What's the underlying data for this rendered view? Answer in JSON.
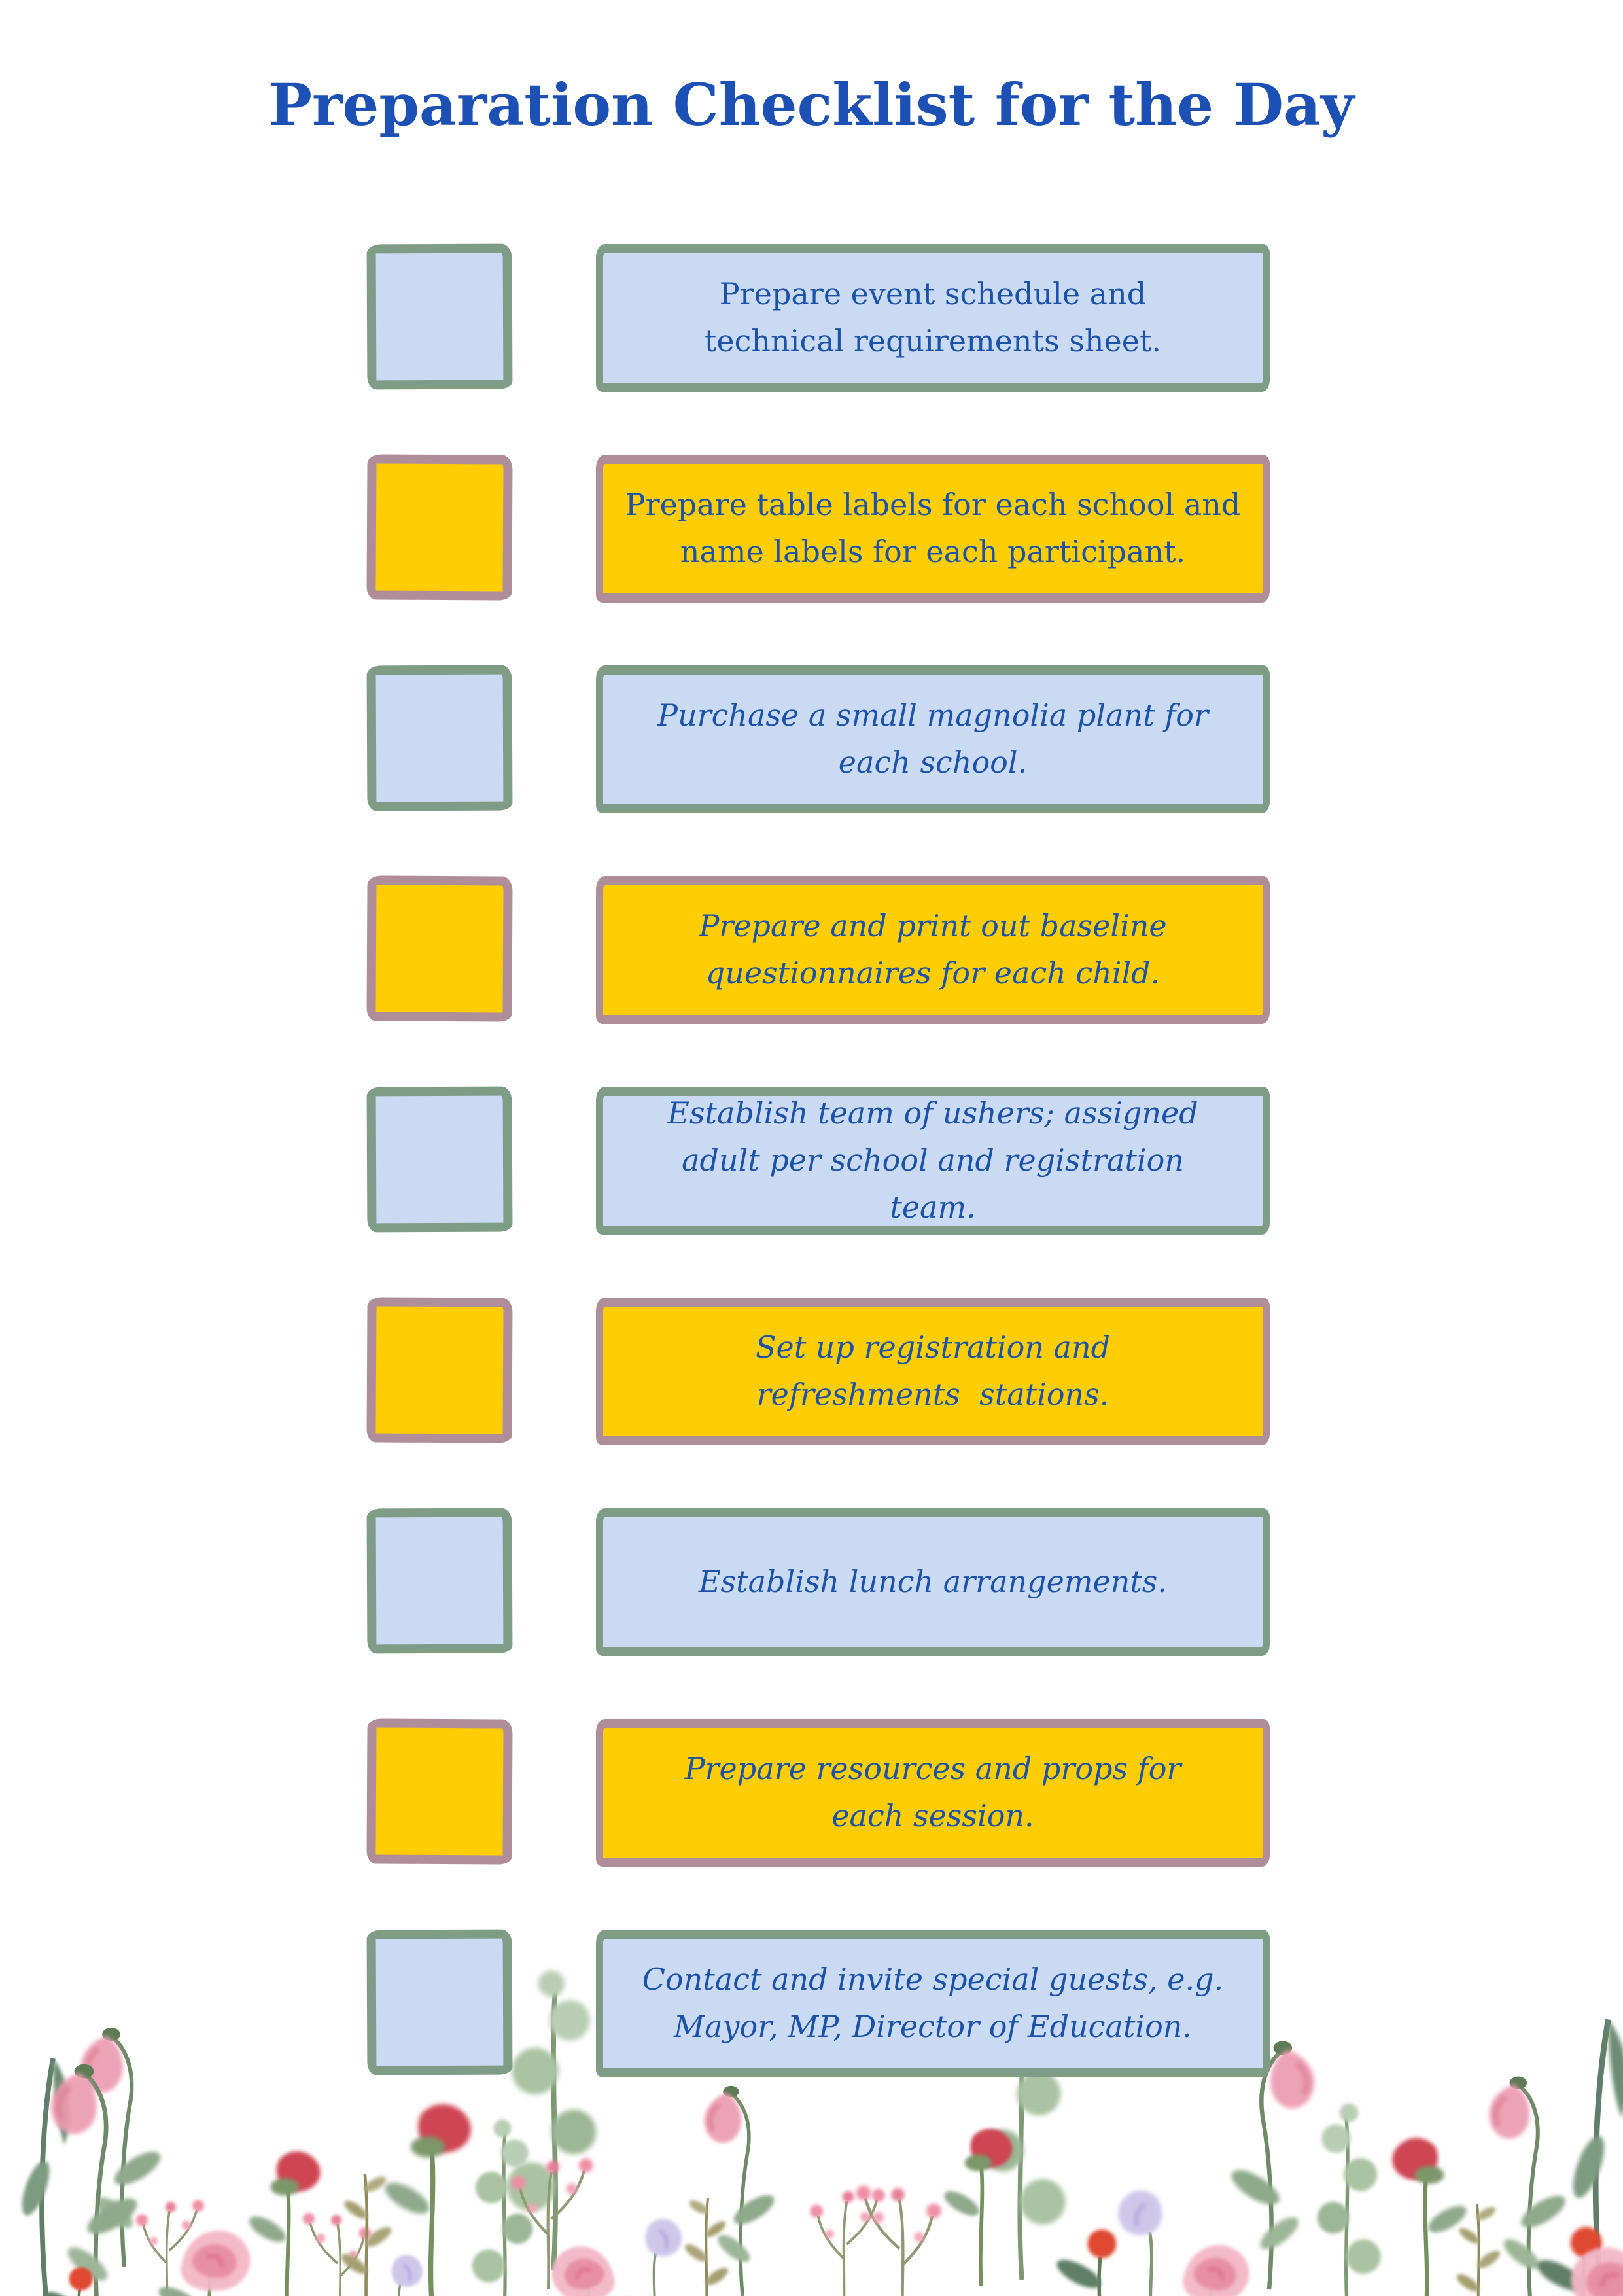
{
  "title": {
    "text": "Preparation Checklist for the Day"
  },
  "colors": {
    "title_blue": "#1d50b5",
    "text_blue": "#1c53a9",
    "blue_fill": "#cadaf3",
    "green_border": "#7f9c86",
    "yellow_fill": "#ffcd04",
    "mauve_border": "#b08e99",
    "background": "#ffffff"
  },
  "checklist": {
    "items": [
      {
        "variant": "blue",
        "italic": false,
        "checked": false,
        "lines": [
          "Prepare event schedule and",
          "technical requirements sheet."
        ]
      },
      {
        "variant": "yellow",
        "italic": false,
        "checked": false,
        "lines": [
          "Prepare table labels for each school and",
          "name labels for each participant."
        ]
      },
      {
        "variant": "blue",
        "italic": true,
        "checked": false,
        "lines": [
          "Purchase a small magnolia plant for",
          "each school."
        ]
      },
      {
        "variant": "yellow",
        "italic": true,
        "checked": false,
        "lines": [
          "Prepare and print out baseline",
          "questionnaires for each child."
        ]
      },
      {
        "variant": "blue",
        "italic": true,
        "checked": false,
        "lines": [
          "Establish team of ushers; assigned",
          "adult per school and registration",
          "team."
        ]
      },
      {
        "variant": "yellow",
        "italic": true,
        "checked": false,
        "lines": [
          "Set up registration and",
          "refreshments  stations."
        ]
      },
      {
        "variant": "blue",
        "italic": true,
        "checked": false,
        "lines": [
          "Establish lunch arrangements."
        ]
      },
      {
        "variant": "yellow",
        "italic": true,
        "checked": false,
        "lines": [
          "Prepare resources and props for",
          "each session."
        ]
      },
      {
        "variant": "blue",
        "italic": true,
        "checked": false,
        "lines": [
          "Contact and invite special guests, e.g.",
          "Mayor, MP, Director of Education."
        ]
      }
    ]
  },
  "decor": {
    "floral_border": "watercolor-wildflowers",
    "flower_pink": "#ec9cb1",
    "flower_red": "#ce4553",
    "flower_lavender": "#c9c2e8",
    "leaf_green": "#8fa98b",
    "leaf_olive": "#a59f70",
    "stem_green": "#6f8a68"
  }
}
